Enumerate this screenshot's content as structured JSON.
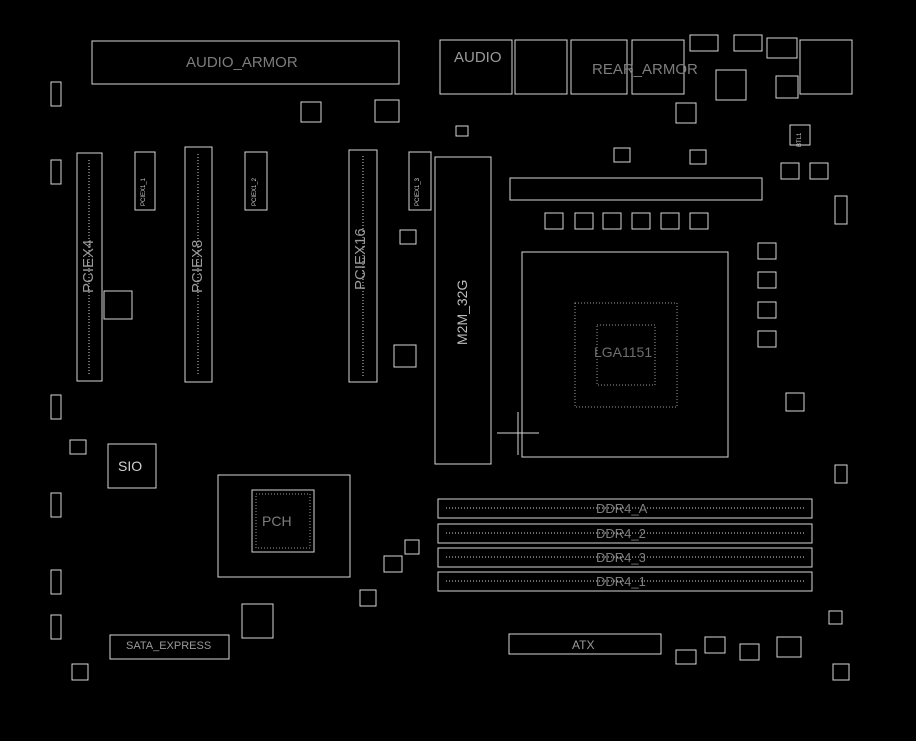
{
  "labels": {
    "audio_armor": "AUDIO_ARMOR",
    "audio": "AUDIO",
    "rear_armor": "REAR_ARMOR",
    "pciex4": "PCIEX4",
    "pciex8": "PCIEX8",
    "pciex16": "PCIEX16",
    "m2m": "M2M_32G",
    "sio": "SIO",
    "pch": "PCH",
    "cpu": "LGA1151",
    "ddr4_a": "DDR4_A",
    "ddr4_2": "DDR4_2",
    "ddr4_3": "DDR4_3",
    "ddr4_1": "DDR4_1",
    "sata_express": "SATA_EXPRESS",
    "atx": "ATX",
    "bt1": "BTL1",
    "pciex1_1": "PCIEX1_1",
    "pciex1_2": "PCIEX1_2",
    "pciex1_3": "PCIEX1_3"
  },
  "colors": {
    "background": "#000000",
    "outline": "#d8d8d8",
    "label": "#9a9a9a"
  }
}
